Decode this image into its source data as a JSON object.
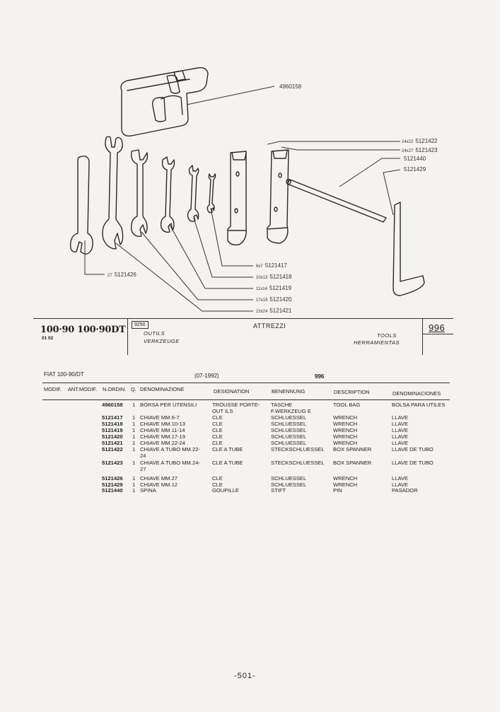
{
  "callouts": [
    {
      "size": "",
      "code": "4960158"
    },
    {
      "size": "24x22",
      "code": "5121422"
    },
    {
      "size": "24x27",
      "code": "5121423"
    },
    {
      "size": "",
      "code": "5121440"
    },
    {
      "size": "",
      "code": "5121429"
    },
    {
      "size": "27",
      "code": "5121426"
    },
    {
      "size": "6x7",
      "code": "5121417"
    },
    {
      "size": "10x13",
      "code": "5121418"
    },
    {
      "size": "11x14",
      "code": "5121419"
    },
    {
      "size": "17x19",
      "code": "5121420"
    },
    {
      "size": "22x24",
      "code": "5121421"
    }
  ],
  "header": {
    "model": "100·90 100·90DT",
    "model_sub": "01 02",
    "code_box": "9250",
    "title_it": "ATTREZZI",
    "title_fr": "OUTILS",
    "title_de": "VERKZEUGE",
    "title_en": "TOOLS",
    "title_es": "HERRAMIENTAS",
    "table_number": "996"
  },
  "doc": {
    "model": "FIAT 100-90/DT",
    "date": "(07-1992)",
    "number": "996"
  },
  "columns": [
    "MODIF.",
    "ANT.MODIF.",
    "N.ORDIN.",
    "Q.",
    "DENOMINAZIONE",
    "DESIGNATION",
    "BENENNUNG",
    "DESCRIPTION",
    "DENOMINACIONES"
  ],
  "rows": [
    {
      "ordin": "4960158",
      "q": "1",
      "it": "BORSA PER UTENSILI",
      "fr": "TROUSSE PORTE-OUT ILS",
      "de": "TASCHE F.WERKZEUG E",
      "en": "TOOL BAG",
      "es": "BOLSA PARA UTILES"
    },
    {
      "ordin": "5121417",
      "q": "1",
      "it": "CHIAVE  MM.6-7",
      "fr": "CLE",
      "de": "SCHLUESSEL",
      "en": "WRENCH",
      "es": "LLAVE"
    },
    {
      "ordin": "5121418",
      "q": "1",
      "it": "CHIAVE  MM.10-13",
      "fr": "CLE",
      "de": "SCHLUESSEL",
      "en": "WRENCH",
      "es": "LLAVE"
    },
    {
      "ordin": "5121419",
      "q": "1",
      "it": "CHIAVE  MM.11-14",
      "fr": "CLE",
      "de": "SCHLUESSEL",
      "en": "WRENCH",
      "es": "LLAVE"
    },
    {
      "ordin": "5121420",
      "q": "1",
      "it": "CHIAVE  MM.17-19",
      "fr": "CLE",
      "de": "SCHLUESSEL",
      "en": "WRENCH",
      "es": "LLAVE"
    },
    {
      "ordin": "5121421",
      "q": "1",
      "it": "CHIAVE  MM.22-24",
      "fr": "CLE",
      "de": "SCHLUESSEL",
      "en": "WRENCH",
      "es": "LLAVE"
    },
    {
      "ordin": "5121422",
      "q": "1",
      "it": "CHIAVE A TUBO  MM.22- 24",
      "fr": "CLE A TUBE",
      "de": "STECKSCHLUESSEL",
      "en": "BOX SPANNER",
      "es": "LLAVE DE TUBO"
    },
    {
      "ordin": "5121423",
      "q": "1",
      "it": "CHIAVE A TUBO  MM.24- 27",
      "fr": "CLE A TUBE",
      "de": "STECKSCHLUESSEL",
      "en": "BOX SPANNER",
      "es": "LLAVE DE TUBO"
    },
    {
      "ordin": "5121426",
      "q": "1",
      "it": "CHIAVE  MM.27",
      "fr": "CLE",
      "de": "SCHLUESSEL",
      "en": "WRENCH",
      "es": "LLAVE"
    },
    {
      "ordin": "5121429",
      "q": "1",
      "it": "CHIAVE  MM.12",
      "fr": "CLE",
      "de": "SCHLUESSEL",
      "en": "WRENCH",
      "es": "LLAVE"
    },
    {
      "ordin": "5121440",
      "q": "1",
      "it": "SPINA",
      "fr": "GOUPILLE",
      "de": "STIFT",
      "en": "PIN",
      "es": "PASADOR"
    }
  ],
  "footer": "-501-"
}
